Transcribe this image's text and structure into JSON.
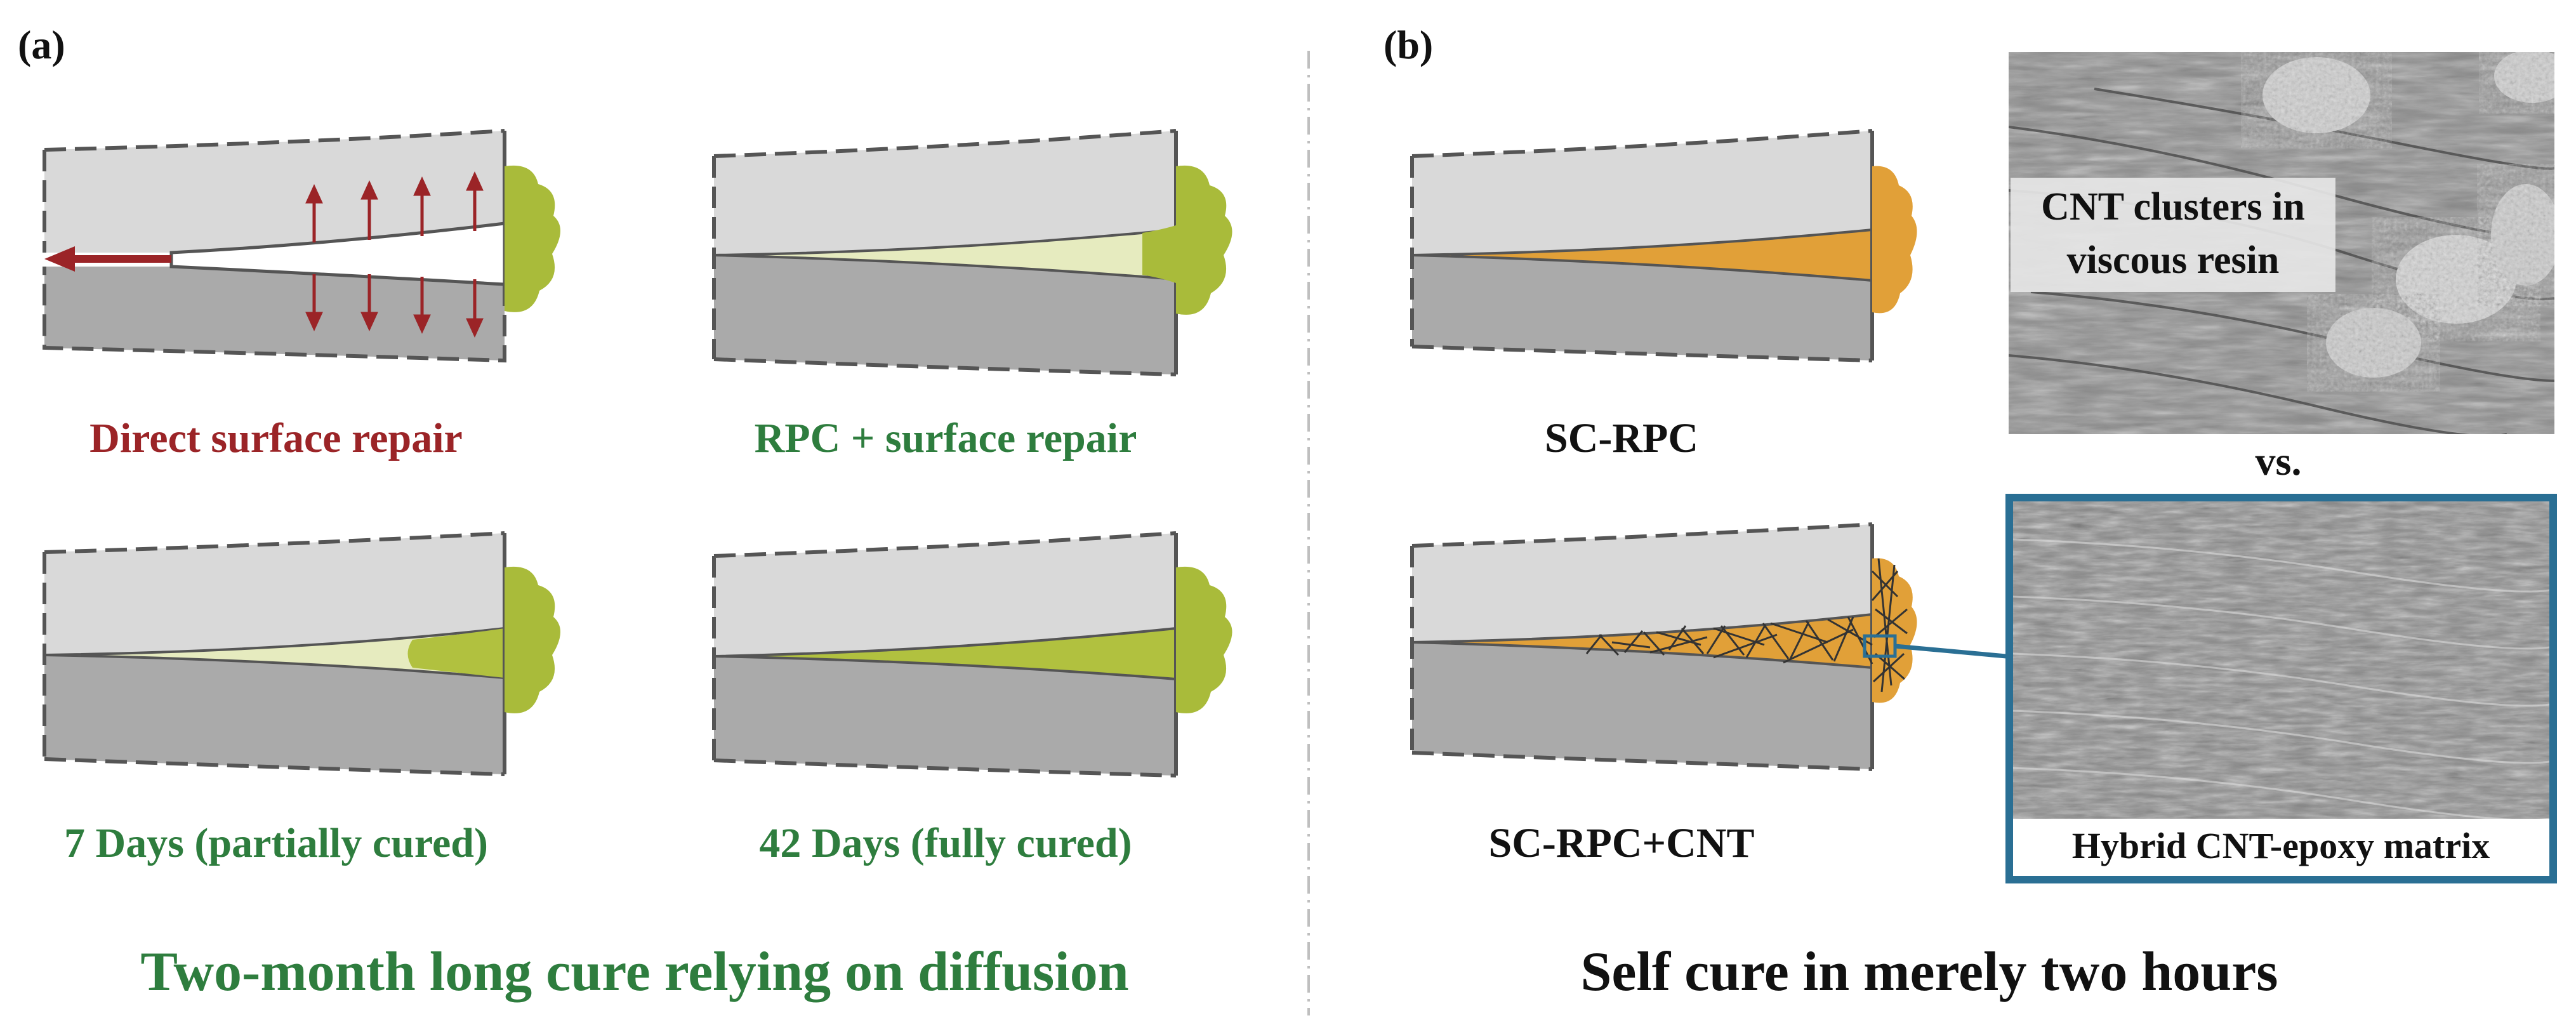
{
  "panels": {
    "a": {
      "label": "(a)",
      "cases": [
        {
          "caption": "Direct surface repair",
          "fill_fraction": 0.0
        },
        {
          "caption": "RPC + surface repair",
          "fill_fraction": 1.0
        },
        {
          "caption": "7 Days (partially cured)",
          "fill_fraction": 0.45
        },
        {
          "caption": "42 Days (fully cured)",
          "fill_fraction": 1.0
        }
      ],
      "summary": "Two-month long cure relying on diffusion"
    },
    "b": {
      "label": "(b)",
      "cases": [
        {
          "caption": "SC-RPC"
        },
        {
          "caption": "SC-RPC+CNT"
        }
      ],
      "micrograph_top": {
        "caption_line1": "CNT clusters in",
        "caption_line2": "viscous resin"
      },
      "versus": "vs.",
      "micrograph_bottom": {
        "caption": "Hybrid CNT-epoxy matrix"
      },
      "summary": "Self cure in merely two hours"
    }
  },
  "colors": {
    "caption_red": "#9b2427",
    "caption_green": "#2e7d3e",
    "caption_black": "#111111",
    "upper_arm": "#d9d9d9",
    "lower_arm": "#aaaaaa",
    "outline": "#555555",
    "patch_green": "#a9bb3a",
    "resin_pale": "#e6ebbf",
    "resin_cured": "#b1c13f",
    "resin_orange": "#e1a038",
    "frame_blue": "#2a6f94"
  }
}
